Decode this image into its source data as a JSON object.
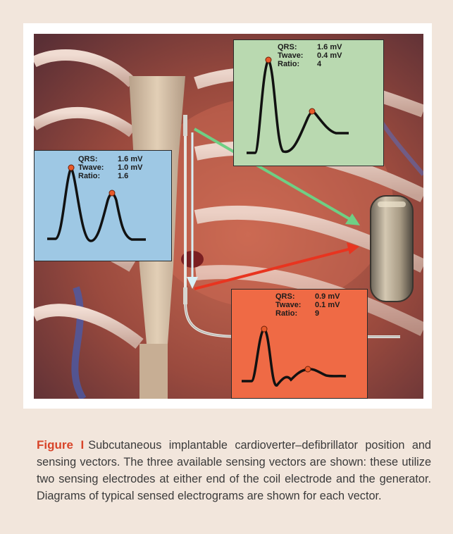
{
  "figure": {
    "label": "Figure I",
    "caption": "Subcutaneous implantable cardioverter–defibrillator position and sensing vectors. The three available sensing vectors are shown: these utilize two sensing electrodes at either end of the coil electrode and the generator. Diagrams of typical sensed electrograms are shown for each vector."
  },
  "panels": {
    "green": {
      "qrs_label": "QRS:",
      "qrs_value": "1.6 mV",
      "twave_label": "Twave:",
      "twave_value": "0.4 mV",
      "ratio_label": "Ratio:",
      "ratio_value": "4",
      "color": "#b9d9b0"
    },
    "blue": {
      "qrs_label": "QRS:",
      "qrs_value": "1.6 mV",
      "twave_label": "Twave:",
      "twave_value": "1.0 mV",
      "ratio_label": "Ratio:",
      "ratio_value": "1.6",
      "color": "#9ec8e4"
    },
    "red": {
      "qrs_label": "QRS:",
      "qrs_value": "0.9 mV",
      "twave_label": "Twave:",
      "twave_value": "0.1 mV",
      "ratio_label": "Ratio:",
      "ratio_value": "9",
      "color": "#ef6a45"
    }
  },
  "colors": {
    "arrow_green": "#6fcf84",
    "arrow_blue": "#d8f0f6",
    "arrow_red": "#e8341f",
    "caption_label": "#d8452a"
  }
}
